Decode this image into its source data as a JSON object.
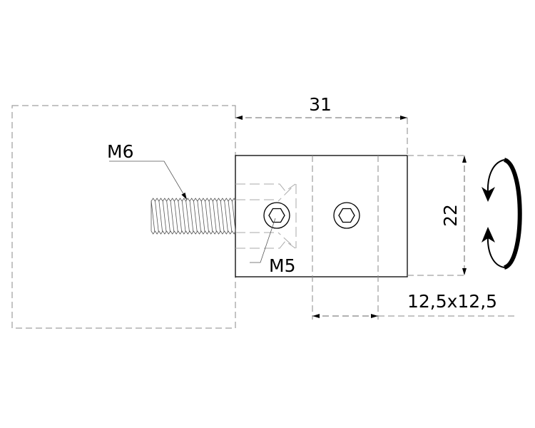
{
  "drawing": {
    "dimensions": {
      "width": "31",
      "height": "22",
      "section": "12,5x12,5"
    },
    "threads": {
      "bolt": "M6",
      "screw": "M5"
    },
    "icons": [
      "rotation-arrow-icon",
      "hex-socket-icon"
    ]
  }
}
